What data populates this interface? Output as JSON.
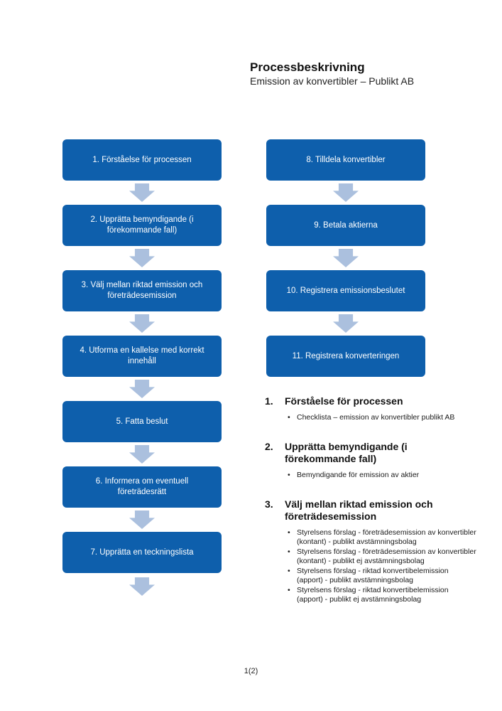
{
  "page": {
    "title": "Processbeskrivning",
    "subtitle": "Emission av konvertibler – Publikt AB",
    "footer": "1(2)"
  },
  "colors": {
    "box_fill": "#0e5fac",
    "arrow_fill": "#abc0de",
    "box_text": "#ffffff"
  },
  "flowchart": {
    "left_column": [
      {
        "label": "1. Förståelse för processen"
      },
      {
        "label": "2. Upprätta bemyndigande (i förekommande fall)"
      },
      {
        "label": "3. Välj mellan riktad emission och företrädesemission"
      },
      {
        "label": "4. Utforma en kallelse med korrekt innehåll"
      },
      {
        "label": "5. Fatta beslut"
      },
      {
        "label": "6. Informera om eventuell företrädesrätt"
      },
      {
        "label": "7. Upprätta en teckningslista"
      }
    ],
    "right_column": [
      {
        "label": "8. Tilldela konvertibler"
      },
      {
        "label": "9. Betala aktierna"
      },
      {
        "label": "10. Registrera emissionsbeslutet"
      },
      {
        "label": "11. Registrera konverteringen"
      }
    ]
  },
  "sections": [
    {
      "number": "1.",
      "heading": "Förståelse för processen",
      "bullets": [
        "Checklista – emission av konvertibler publikt AB"
      ]
    },
    {
      "number": "2.",
      "heading": "Upprätta bemyndigande (i förekommande fall)",
      "bullets": [
        "Bemyndigande för emission av aktier"
      ]
    },
    {
      "number": "3.",
      "heading": "Välj mellan riktad emission och företrädesemission",
      "bullets": [
        "Styrelsens förslag - företrädesemission av konvertibler (kontant) - publikt avstämningsbolag",
        "Styrelsens förslag - företrädesemission av konvertibler (kontant) - publikt ej avstämningsbolag",
        "Styrelsens förslag - riktad konvertibelemission (apport) - publikt avstämningsbolag",
        "Styrelsens förslag - riktad konvertibelemission (apport) - publikt ej avstämningsbolag"
      ]
    }
  ]
}
